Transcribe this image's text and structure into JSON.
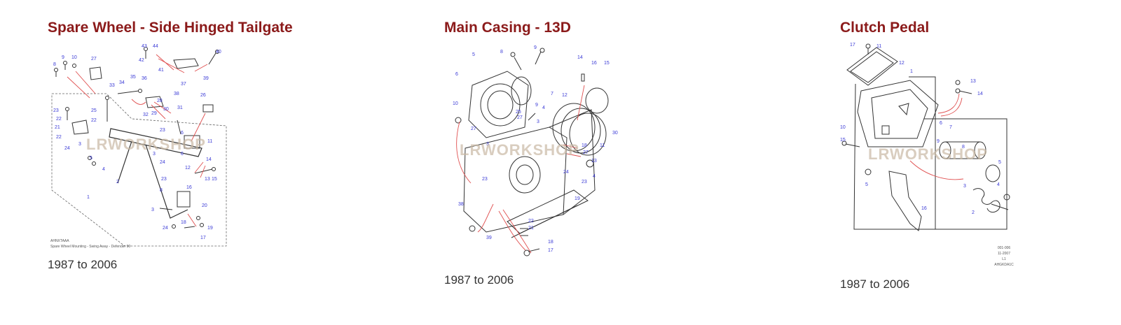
{
  "parts": [
    {
      "title": "Spare Wheel - Side Hinged Tailgate",
      "years": "1987 to 2006",
      "diagram_caption": "AHNXTAAA",
      "diagram_subcaption": "Spare Wheel Mounting - Swing Away - Defender 90",
      "watermark": "LRWORKSHOP"
    },
    {
      "title": "Main Casing - 13D",
      "years": "1987 to 2006",
      "watermark": "LRWORKSHOP"
    },
    {
      "title": "Clutch Pedal",
      "years": "1987 to 2006",
      "diagram_codes": [
        "001-006",
        "11-2007",
        "L1",
        "AHGKDA1C"
      ],
      "watermark": "LRWORKSHOP"
    }
  ],
  "colors": {
    "title": "#8b1a1a",
    "years_text": "#333333",
    "callout_numbers": "#3a3ad6",
    "leader_lines": "#e05050"
  }
}
